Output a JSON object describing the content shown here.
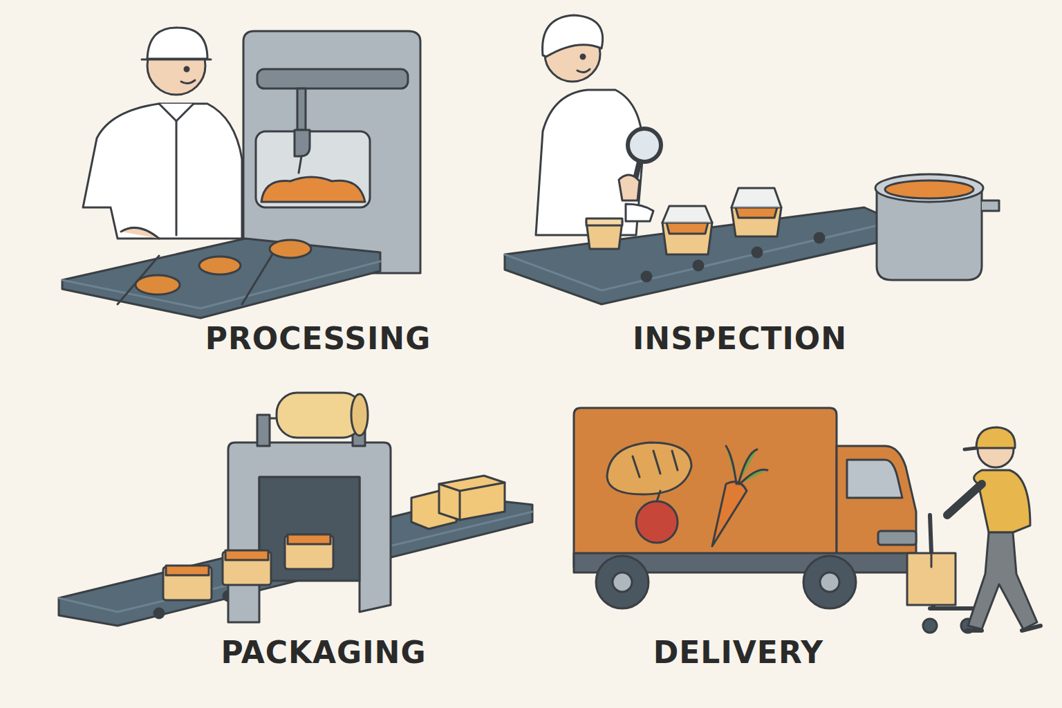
{
  "diagram": {
    "labels": [
      "PROCESSING",
      "INSPECTION",
      "PACKAGING",
      "DELIVERY"
    ]
  }
}
